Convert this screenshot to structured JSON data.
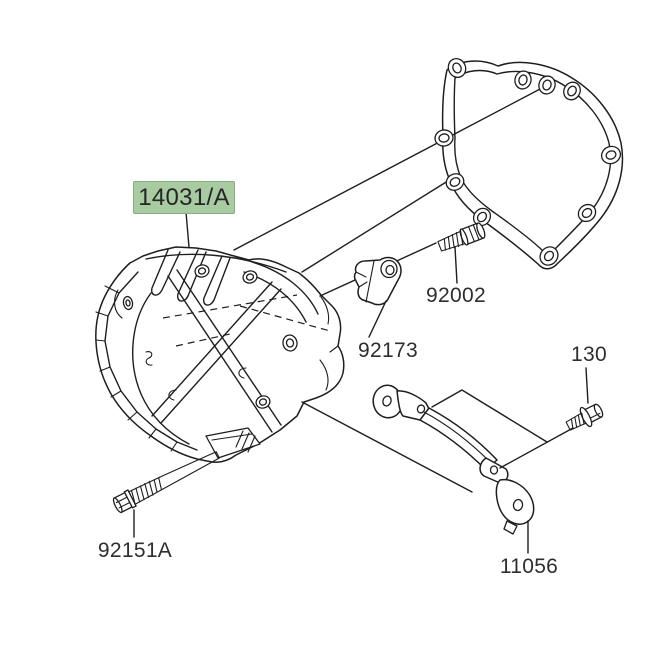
{
  "diagram": {
    "type": "exploded-parts-drawing",
    "colors": {
      "background": "#ffffff",
      "line": "#1e1e1e",
      "highlight_fill": "#a8cba2",
      "highlight_border": "#8aab84",
      "label_text": "#2e2e2e"
    },
    "labels": {
      "cover": "14031/A",
      "screw": "92002",
      "holder": "92173",
      "bolt_flanged": "130",
      "bolt_hex": "92151A",
      "bracket": "11056"
    },
    "highlighted_part": "14031/A"
  }
}
